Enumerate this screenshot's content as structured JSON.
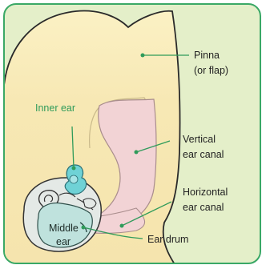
{
  "diagram": {
    "labels": {
      "pinna": [
        "Pinna",
        "(or flap)"
      ],
      "inner_ear": "Inner ear",
      "vertical_canal": [
        "Vertical",
        "ear canal"
      ],
      "horizontal_canal": [
        "Horizontal",
        "ear canal"
      ],
      "middle_ear": [
        "Middle",
        "ear"
      ],
      "ear_drum": "Ear drum"
    },
    "colors": {
      "frame": "#3aa866",
      "background": "#e4efc9",
      "skin": "#f6e7b1",
      "canal": "#f2d3d5",
      "bone": "#e4e9e6",
      "inner_ear": "#6fd2d6",
      "leader": "#2f9b5a"
    }
  }
}
